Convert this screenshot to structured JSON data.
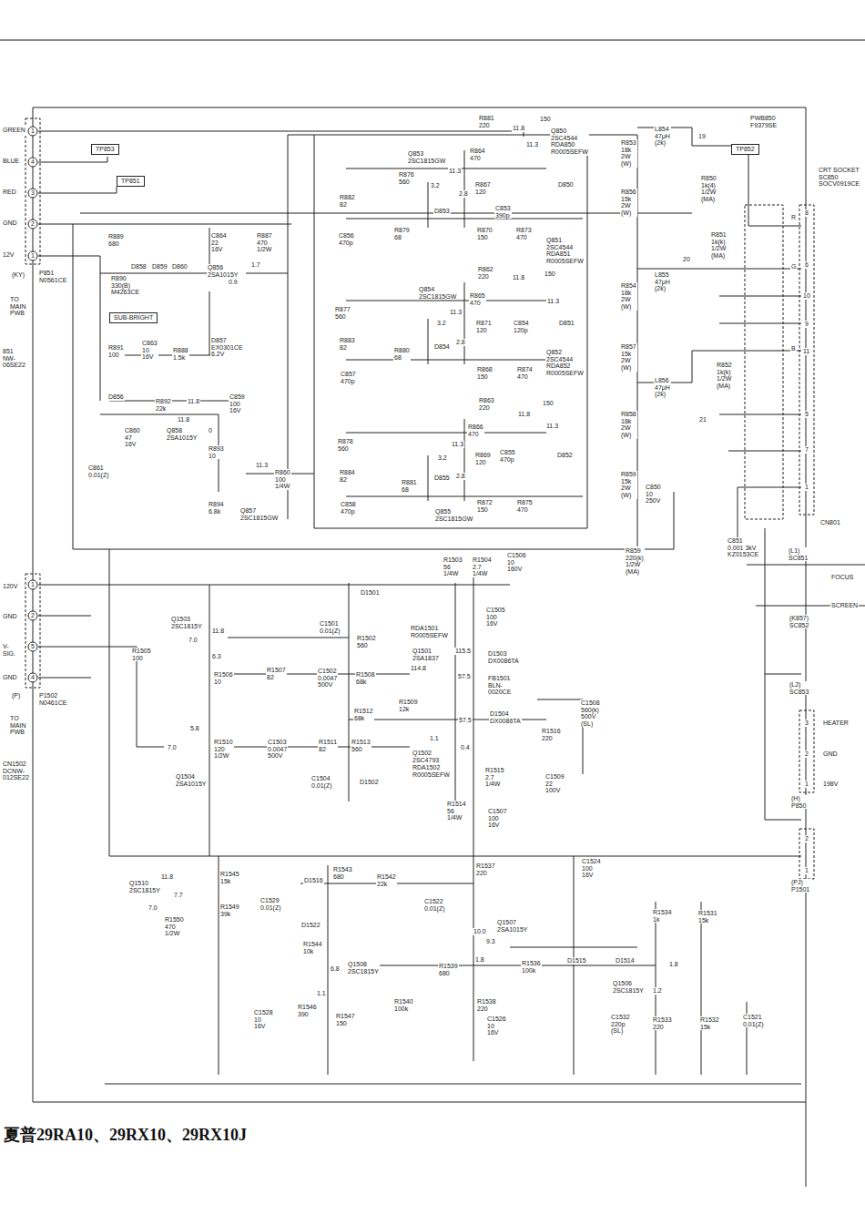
{
  "diagram": {
    "caption": "夏普29RA10、29RX10、29RX10J",
    "nodes": [
      {
        "text": [
          "TP853"
        ]
      },
      {
        "text": [
          "TP851"
        ]
      },
      {
        "text": [
          "TP852"
        ]
      },
      {
        "text": [
          "SUB-BRIGHT"
        ]
      }
    ],
    "labels": [
      "GREEN",
      "BLUE",
      "RED",
      "GND",
      "12V",
      "1",
      "4",
      "3",
      "2",
      "1",
      "(KY)",
      "P851 N0561CE",
      "TO MAIN PWB",
      "851 NW- 06SE22",
      "R889 680",
      "C864 22 16V",
      "R887 470 1/2W",
      "D858",
      "D859",
      "D860",
      "R890 330(B) M4263CE",
      "Q856 2SA1015Y",
      "1.7",
      "0.9",
      "R891 100",
      "C863 10 16V",
      "R888 1.5k",
      "D857 EX0301CE 6.2V",
      "D856",
      "R892 22k",
      "11.8",
      "C859 100 16V",
      "C860 47 16V",
      "11.8",
      "Q858 2SA1015Y",
      "0",
      "C861 0.01(Z)",
      "R893 10",
      "11.3",
      "R860 100 1/4W",
      "R894 6.8k",
      "Q857 2SC1815GW",
      "R881 220",
      "11.8",
      "150",
      "Q850 2SC4544 RDA850 R0005SEFW",
      "R853 18k 2W (W)",
      "L854 47μH (2k)",
      "19",
      "PWB850 F9379SE",
      "Q853 2SC1815GW",
      "R864 470",
      "11.3",
      "11.3",
      "R876 560",
      "3.2",
      "2.8",
      "R867 120",
      "D850",
      "R882 82",
      "D853",
      "C853 390p",
      "C856 470p",
      "R879 68",
      "R870 150",
      "R873 470",
      "Q851 2SC4544 RDA851 R0005SEFW",
      "R856 15k 2W (W)",
      "R850 1k(4) 1/2W (MA)",
      "R862 220",
      "11.8",
      "150",
      "Q854 2SC1815GW",
      "R865 470",
      "R877 560",
      "11.3",
      "11.3",
      "3.2",
      "R871 120",
      "C854 120p",
      "D851",
      "2.8",
      "D854",
      "R883 82",
      "R880 68",
      "C857 470p",
      "R868 150",
      "R874 470",
      "Q852 2SC4544 RDA852 R0005SEFW",
      "R854 18k 2W (W)",
      "L855 47μH (2k)",
      "20",
      "R851 1k(k) 1/2W (MA)",
      "R857 15k 2W (W)",
      "L856 47μH (2k)",
      "R852 1k(k) 1/2W (MA)",
      "21",
      "R863 220",
      "11.8",
      "150",
      "11.3",
      "R866 470",
      "R878 560",
      "11.3",
      "D852",
      "3.2",
      "R869 120",
      "C855 470p",
      "2.8",
      "R884 82",
      "D855",
      "R881 68",
      "C858 470p",
      "Q855 2SC1815GW",
      "R872 150",
      "R875 470",
      "R858 18k 2W (W)",
      "R859 15k 2W (W)",
      "C850 10 250V",
      "C851 0.001 3kV KZ0153CE",
      "R859 220(k) 1/2W (MA)",
      "CRT SOCKET SC850 SOCV0919CE",
      "R",
      "G",
      "B",
      "8",
      "6",
      "10",
      "9",
      "11",
      "5",
      "7",
      "1",
      "CN801",
      "(L1) SC851",
      "FOCUS",
      "SCREEN",
      "(K857) SC852",
      "(L2) SC853",
      "3",
      "HEATER",
      "2",
      "GND",
      "1",
      "198V",
      "(H) P850",
      "2",
      "1",
      "(PJ) P1501",
      "120V",
      "GND",
      "V-SIG.",
      "GND",
      "1",
      "2",
      "5",
      "4",
      "(P)",
      "P1502 N0461CE",
      "TO MAIN PWB",
      "CN1502 DCNW- 012SE22",
      "R1503 56 1/4W",
      "R1504 2.7 1/4W",
      "C1506 10 160V",
      "D1501",
      "C1501 0.01(Z)",
      "C1505 100 16V",
      "Q1503 2SC1815Y",
      "7.0",
      "11.8",
      "R1502 560",
      "RDA1501 R0005SEFW",
      "R1505 100",
      "6.3",
      "Q1501 2SA1837",
      "115.5",
      "D1503 DX0086TA",
      "R1506 10",
      "R1507 82",
      "C1502 0.0047 500V",
      "R1508 68k",
      "114.8",
      "57.5",
      "FB1501 BLN-0020CE",
      "R1509 12k",
      "R1512 68k",
      "D1504 DX0086TA",
      "C1508 560(k) 500V (SL)",
      "57.5",
      "R1516 220",
      "5.8",
      "7.0",
      "R1510 120 1/2W",
      "C1503 0.0047 500V",
      "R1511 82",
      "R1513 560",
      "1.1",
      "0.4",
      "Q1502 2SC4793",
      "RDA1502 R0005SEFW",
      "Q1504 2SA1015Y",
      "R1515 2.7 1/4W",
      "C1509 22 100V",
      "C1504 0.01(Z)",
      "D1502",
      "R1514 56 1/4W",
      "C1507 100 16V",
      "Q1510 2SC1815Y",
      "11.8",
      "7.7",
      "7.0",
      "R1550 470 1/2W",
      "R1545 15k",
      "R1549 39k",
      "C1529 0.01(Z)",
      "D1516",
      "R1543 680",
      "R1542 22k",
      "R1537 220",
      "C1524 100 16V",
      "C1522 0.01(Z)",
      "D1522",
      "R1544 10k",
      "Q1507 2SA1015Y",
      "10.0",
      "9.3",
      "1.8",
      "R1534 1k",
      "R1531 15k",
      "6.8",
      "Q1508 2SC1815Y",
      "R1539 680",
      "R1536 100k",
      "D1515",
      "D1514",
      "Q1506 2SC1815Y",
      "1.8",
      "1.2",
      "1.1",
      "R1540 100k",
      "R1538 220",
      "C1528 10 16V",
      "R1546 390",
      "R1547 150",
      "C1526 10 16V",
      "C1532 220p (SL)",
      "R1533 220",
      "R1532 15k",
      "C1521 0.01(Z)"
    ]
  }
}
